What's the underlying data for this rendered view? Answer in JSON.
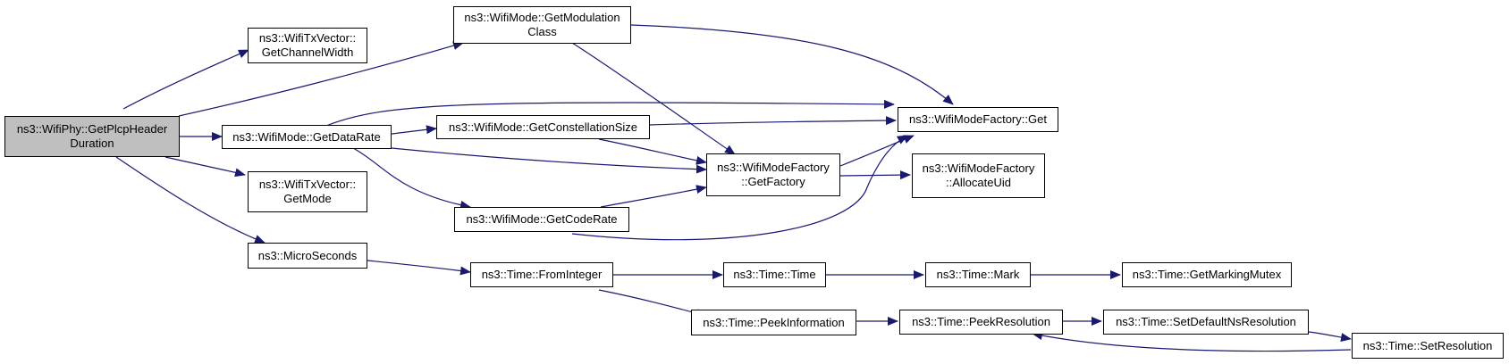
{
  "colors": {
    "edge": "#191970",
    "root_fill": "#bfbfbf",
    "node_fill": "#ffffff",
    "border": "#000000"
  },
  "nodes": {
    "root": {
      "line1": "ns3::WifiPhy::GetPlcpHeader",
      "line2": "Duration"
    },
    "txv_chw": {
      "line1": "ns3::WifiTxVector::",
      "line2": "GetChannelWidth"
    },
    "modclass": {
      "line1": "ns3::WifiMode::GetModulation",
      "line2": "Class"
    },
    "datarate": {
      "line1": "ns3::WifiMode::GetDataRate"
    },
    "txv_mode": {
      "line1": "ns3::WifiTxVector::",
      "line2": "GetMode"
    },
    "micro": {
      "line1": "ns3::MicroSeconds"
    },
    "constsize": {
      "line1": "ns3::WifiMode::GetConstellationSize"
    },
    "coderate": {
      "line1": "ns3::WifiMode::GetCodeRate"
    },
    "fromint": {
      "line1": "ns3::Time::FromInteger"
    },
    "getfactory": {
      "line1": "ns3::WifiModeFactory",
      "line2": "::GetFactory"
    },
    "mfget": {
      "line1": "ns3::WifiModeFactory::Get"
    },
    "alloc": {
      "line1": "ns3::WifiModeFactory",
      "line2": "::AllocateUid"
    },
    "time": {
      "line1": "ns3::Time::Time"
    },
    "peekinfo": {
      "line1": "ns3::Time::PeekInformation"
    },
    "mark": {
      "line1": "ns3::Time::Mark"
    },
    "peekres": {
      "line1": "ns3::Time::PeekResolution"
    },
    "mutex": {
      "line1": "ns3::Time::GetMarkingMutex"
    },
    "setdef": {
      "line1": "ns3::Time::SetDefaultNsResolution"
    },
    "setres": {
      "line1": "ns3::Time::SetResolution"
    }
  }
}
